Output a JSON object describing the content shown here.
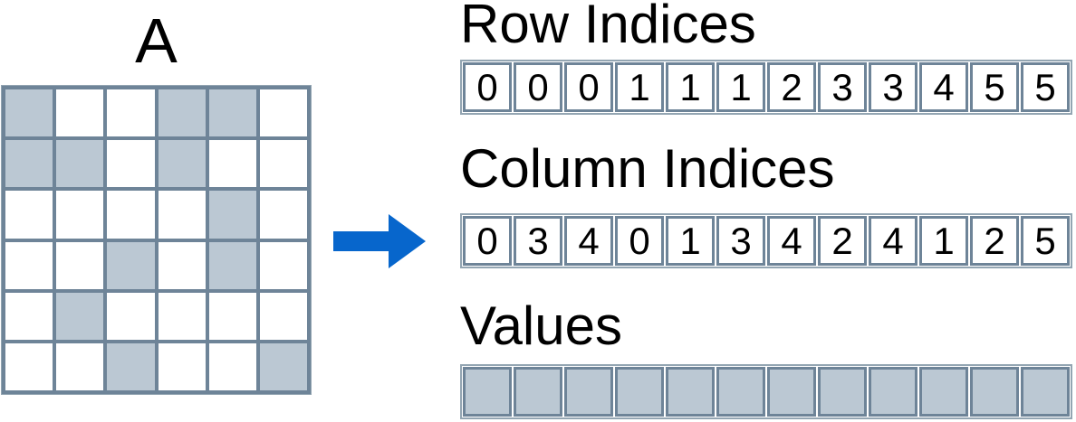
{
  "matrix": {
    "label": "A",
    "rows": 6,
    "cols": 6,
    "shaded_cells": [
      [
        0,
        0
      ],
      [
        0,
        3
      ],
      [
        0,
        4
      ],
      [
        1,
        0
      ],
      [
        1,
        1
      ],
      [
        1,
        3
      ],
      [
        2,
        4
      ],
      [
        3,
        2
      ],
      [
        3,
        4
      ],
      [
        4,
        1
      ],
      [
        5,
        2
      ],
      [
        5,
        5
      ]
    ]
  },
  "arrays": {
    "row_indices": {
      "title": "Row Indices",
      "values": [
        "0",
        "0",
        "0",
        "1",
        "1",
        "1",
        "2",
        "3",
        "3",
        "4",
        "5",
        "5"
      ]
    },
    "column_indices": {
      "title": "Column Indices",
      "values": [
        "0",
        "3",
        "4",
        "0",
        "1",
        "3",
        "4",
        "2",
        "4",
        "1",
        "2",
        "5"
      ]
    },
    "values": {
      "title": "Values",
      "cells": 12
    }
  },
  "colors": {
    "cell_fill": "#BBC8D3",
    "grid_line": "#6E8498",
    "frame_line": "#93A5B2",
    "arrow_blue": "#0766CC",
    "text": "#000000",
    "background": "#FFFFFF"
  }
}
